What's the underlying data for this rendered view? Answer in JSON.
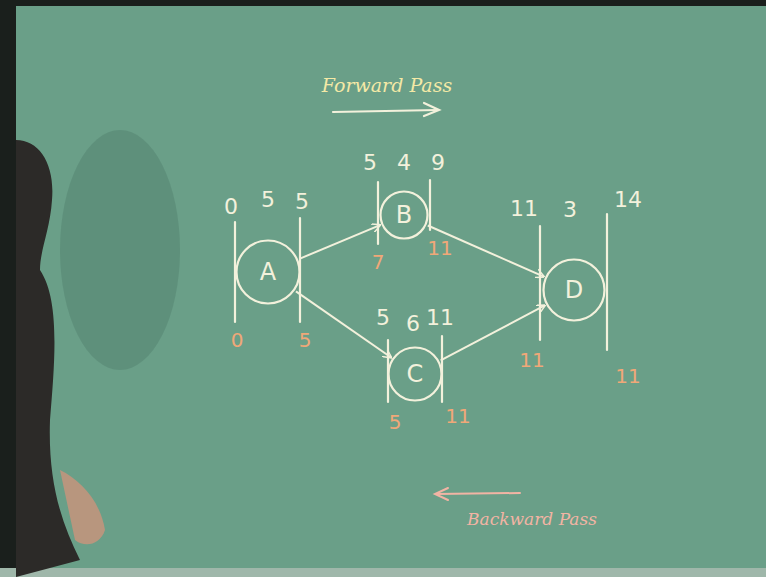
{
  "diagram": {
    "title": "Forward Pass",
    "nodes": [
      {
        "text": [
          "A"
        ]
      },
      {
        "text": [
          "B"
        ]
      },
      {
        "text": [
          "C"
        ]
      },
      {
        "text": [
          "D"
        ]
      }
    ],
    "edges": [
      {
        "from": 0,
        "to": 1,
        "arrow": "to"
      },
      {
        "from": 0,
        "to": 2,
        "arrow": "to"
      },
      {
        "from": 1,
        "to": 3,
        "arrow": "to"
      },
      {
        "from": 2,
        "to": 3,
        "arrow": "to"
      }
    ],
    "labels": [
      "0",
      "5",
      "5",
      "0",
      "5",
      "5",
      "4",
      "9",
      "7",
      "11",
      "5",
      "6",
      "11",
      "5",
      "11",
      "11",
      "3",
      "14",
      "11",
      "11",
      "Backward Pass"
    ]
  }
}
